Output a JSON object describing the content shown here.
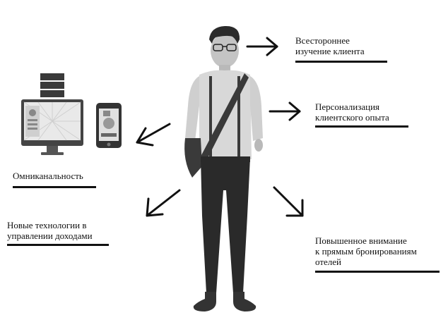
{
  "labels": {
    "client_study": [
      "Всестороннее",
      "изучение клиента"
    ],
    "personalization": [
      "Персонализация",
      "клиентского опыта"
    ],
    "omnichannel": [
      "Омниканальность"
    ],
    "technologies": [
      "Новые технологии в",
      "управлении доходами"
    ],
    "direct_booking": [
      "Повышенное внимание",
      "к прямым бронированиям",
      "отелей"
    ]
  },
  "colors": {
    "ink": "#111111",
    "shirt": "#d8d8d8",
    "pants": "#2a2a2a",
    "strap": "#3a3a3a",
    "hair": "#2b2b2b",
    "skin": "#bdbdbd",
    "screen": "#e9e9e9"
  },
  "icons": [
    "desktop-monitor-icon",
    "server-stack-icon",
    "smartphone-icon",
    "person-illustration"
  ]
}
